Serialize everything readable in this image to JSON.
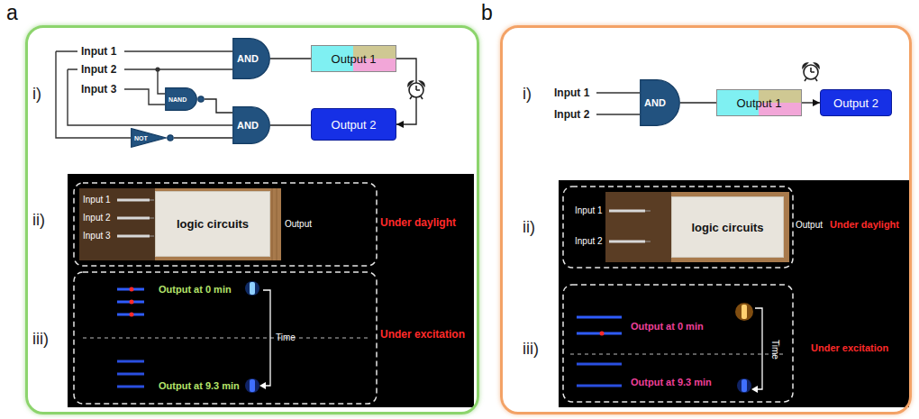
{
  "diagram": {
    "nodes": [
      {
        "text": [
          "a"
        ]
      },
      {
        "text": [
          "AND"
        ],
        "in": 0
      },
      {
        "text": [
          "NAND"
        ],
        "in": 0
      },
      {
        "text": [
          "NOT"
        ],
        "in": 0
      },
      {
        "text": [
          "AND"
        ],
        "in": 0
      },
      {
        "text": [
          "Output 1"
        ],
        "in": 0
      },
      {
        "text": [
          "Output 2"
        ],
        "in": 0
      },
      {
        "text": [
          "logic circuits"
        ],
        "in": 0
      },
      {
        "text": [
          "b"
        ]
      },
      {
        "text": [
          "AND"
        ],
        "in": 8
      },
      {
        "text": [
          "Output 1"
        ],
        "in": 8
      },
      {
        "text": [
          "Output 2"
        ],
        "in": 8
      },
      {
        "text": [
          "logic circuits"
        ],
        "in": 8
      }
    ],
    "edges": [
      {
        "from": 1,
        "to": 5,
        "arrow": "none"
      },
      {
        "from": 2,
        "to": 4,
        "arrow": "none"
      },
      {
        "from": 3,
        "to": 4,
        "arrow": "none"
      },
      {
        "from": 4,
        "to": 6,
        "arrow": "none"
      },
      {
        "from": 5,
        "to": 6,
        "arrow": "to"
      },
      {
        "from": 9,
        "to": 10,
        "arrow": "none"
      },
      {
        "from": 10,
        "to": 11,
        "arrow": "to"
      }
    ],
    "labels": [
      "i)",
      "Input 1",
      "Input 2",
      "Input 3",
      "ii)",
      "Input 1",
      "Input 2",
      "Input 3",
      "Output",
      "Under daylight",
      "iii)",
      "Output at 0 min",
      "Time",
      "Output at 9.3 min",
      "Under excitation",
      "i)",
      "Input 1",
      "Input 2",
      "ii)",
      "Input 1",
      "Input 2",
      "Output",
      "Under daylight",
      "iii)",
      "Output at 0 min",
      "Time",
      "Output at 9.3 min",
      "Under excitation"
    ]
  }
}
